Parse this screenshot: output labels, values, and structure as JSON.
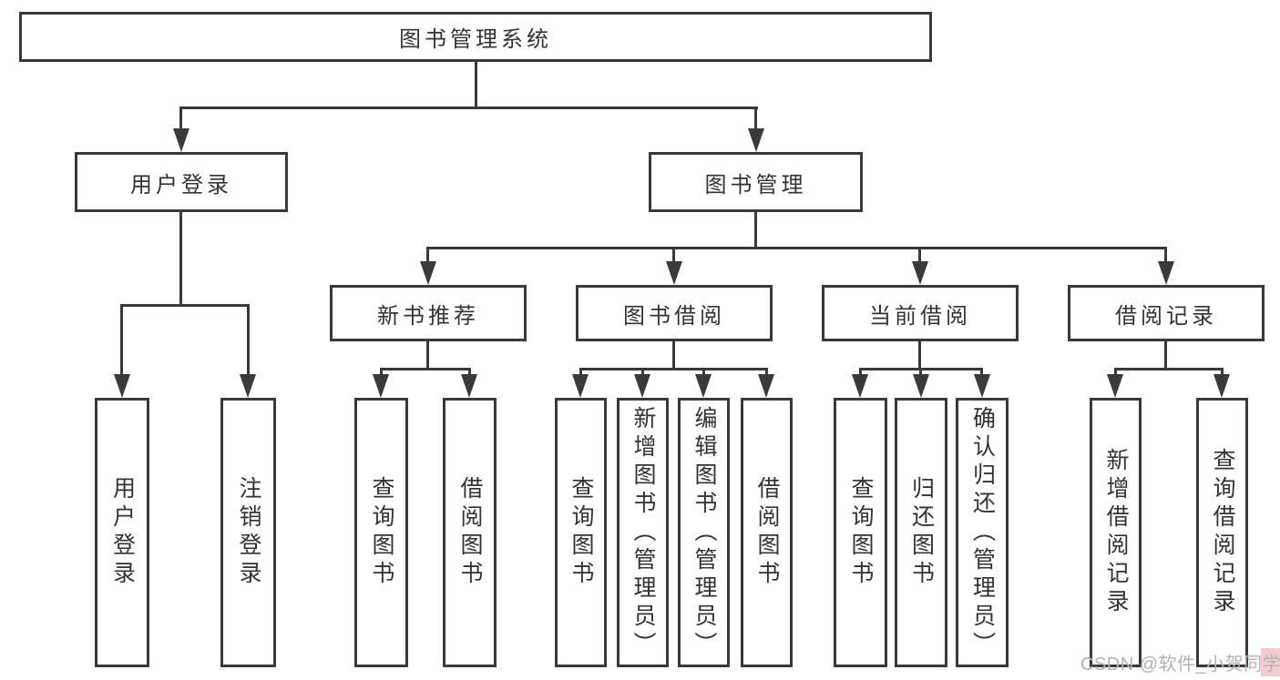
{
  "diagram": {
    "root": {
      "label": "图书管理系统"
    },
    "user_login": {
      "label": "用户登录",
      "children": [
        {
          "label": "用户登录"
        },
        {
          "label": "注销登录"
        }
      ]
    },
    "book_mgmt": {
      "label": "图书管理",
      "children": [
        {
          "label": "新书推荐",
          "children": [
            {
              "label": "查询图书"
            },
            {
              "label": "借阅图书"
            }
          ]
        },
        {
          "label": "图书借阅",
          "children": [
            {
              "label": "查询图书"
            },
            {
              "label": "新增图书（管理员）"
            },
            {
              "label": "编辑图书（管理员）"
            },
            {
              "label": "借阅图书"
            }
          ]
        },
        {
          "label": "当前借阅",
          "children": [
            {
              "label": "查询图书"
            },
            {
              "label": "归还图书"
            },
            {
              "label": "确认归还（管理员）"
            }
          ]
        },
        {
          "label": "借阅记录",
          "children": [
            {
              "label": "新增借阅记录"
            },
            {
              "label": "查询借阅记录"
            }
          ]
        }
      ]
    }
  },
  "watermark": {
    "text": "CSDN @软件_小贺同学"
  },
  "colors": {
    "line": "#3a3a3a",
    "text": "#333333",
    "background": "#ffffff",
    "watermark": "#b3b3b3",
    "watermark_accent": "#f2cdd0"
  }
}
